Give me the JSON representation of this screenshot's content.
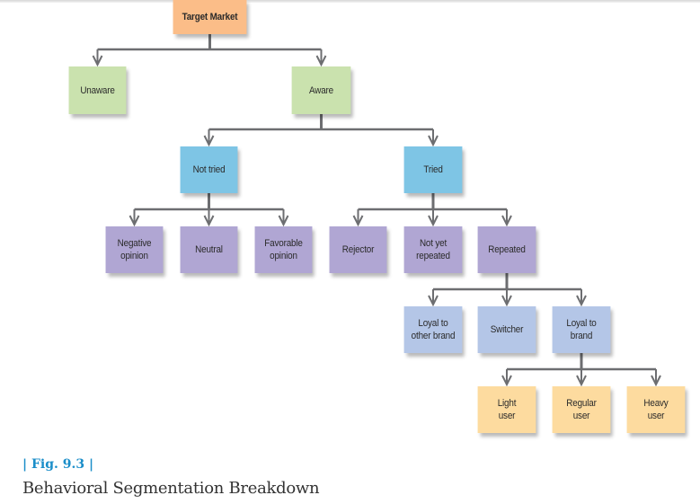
{
  "colors": {
    "root": "#fbbd88",
    "awareness": "#cae2ae",
    "trial": "#7ec5e5",
    "opinion": "#b0a6d3",
    "loyalty": "#b4c6e7",
    "usage": "#fddb9f",
    "connector": "#6d6e71",
    "caption_accent": "#1b8ec9"
  },
  "nodes": {
    "target_market": "Target Market",
    "unaware": "Unaware",
    "aware": "Aware",
    "not_tried": "Not tried",
    "tried": "Tried",
    "negative_opinion": "Negative\nopinion",
    "neutral": "Neutral",
    "favorable_opinion": "Favorable\nopinion",
    "rejector": "Rejector",
    "not_yet_repeated": "Not yet\nrepeated",
    "repeated": "Repeated",
    "loyal_other_brand": "Loyal to\nother brand",
    "switcher": "Switcher",
    "loyal_to_brand": "Loyal to\nbrand",
    "light_user": "Light\nuser",
    "regular_user": "Regular\nuser",
    "heavy_user": "Heavy\nuser"
  },
  "edges": [
    [
      "target_market",
      "unaware"
    ],
    [
      "target_market",
      "aware"
    ],
    [
      "aware",
      "not_tried"
    ],
    [
      "aware",
      "tried"
    ],
    [
      "not_tried",
      "negative_opinion"
    ],
    [
      "not_tried",
      "neutral"
    ],
    [
      "not_tried",
      "favorable_opinion"
    ],
    [
      "tried",
      "rejector"
    ],
    [
      "tried",
      "not_yet_repeated"
    ],
    [
      "tried",
      "repeated"
    ],
    [
      "repeated",
      "loyal_other_brand"
    ],
    [
      "repeated",
      "switcher"
    ],
    [
      "repeated",
      "loyal_to_brand"
    ],
    [
      "loyal_to_brand",
      "light_user"
    ],
    [
      "loyal_to_brand",
      "regular_user"
    ],
    [
      "loyal_to_brand",
      "heavy_user"
    ]
  ],
  "caption": {
    "figure_label": "| Fig.  9.3 |",
    "title": "Behavioral Segmentation Breakdown"
  }
}
